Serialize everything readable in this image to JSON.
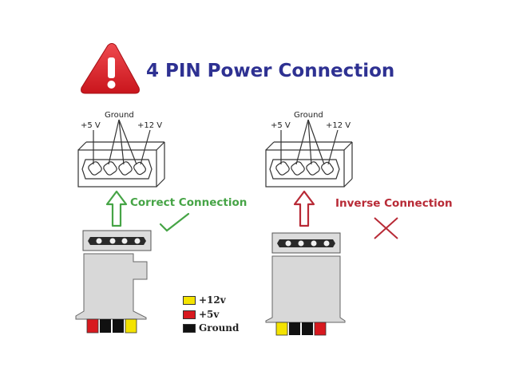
{
  "title": "4 PIN Power Connection",
  "colors": {
    "title": "#2e3192",
    "warning": "#d9232a",
    "correct": "#46a446",
    "inverse": "#b82a36",
    "yellow": "#f4e300",
    "red": "#d8191f",
    "black": "#111111"
  },
  "icons": {
    "warning": "warning-icon",
    "correct": "checkmark-icon",
    "inverse": "cross-icon"
  },
  "left_connector": {
    "pin_labels": {
      "plus5": "+5 V",
      "ground": "Ground",
      "plus12": "+12 V"
    },
    "status": "Correct Connection"
  },
  "right_connector": {
    "pin_labels": {
      "plus5": "+5 V",
      "ground": "Ground",
      "plus12": "+12 V"
    },
    "status": "Inverse Connection"
  },
  "legend": {
    "items": [
      {
        "label": "+12v",
        "color": "yellow"
      },
      {
        "label": "+5v",
        "color": "red"
      },
      {
        "label": "Ground",
        "color": "black"
      }
    ]
  }
}
